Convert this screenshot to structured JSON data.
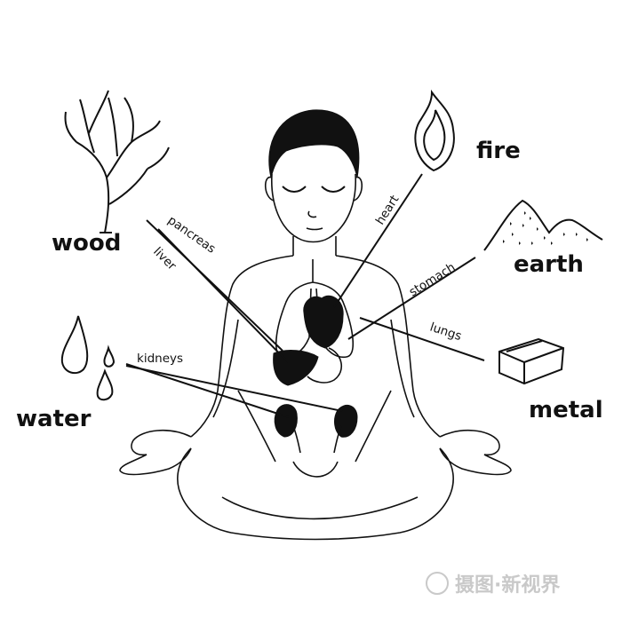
{
  "elements": {
    "wood": "wood",
    "fire": "fire",
    "earth": "earth",
    "metal": "metal",
    "water": "water"
  },
  "organs": {
    "pancreas": "pancreas",
    "liver": "liver",
    "heart": "heart",
    "stomach": "stomach",
    "lungs": "lungs",
    "kidneys": "kidneys"
  },
  "watermark": "摄图·新视界",
  "icons": {
    "wood": "tree-icon",
    "fire": "flame-icon",
    "earth": "mountain-icon",
    "metal": "metal-bar-icon",
    "water": "water-drops-icon"
  },
  "colors": {
    "ink": "#111111",
    "background": "#ffffff",
    "watermark": "#c9c9c9"
  }
}
